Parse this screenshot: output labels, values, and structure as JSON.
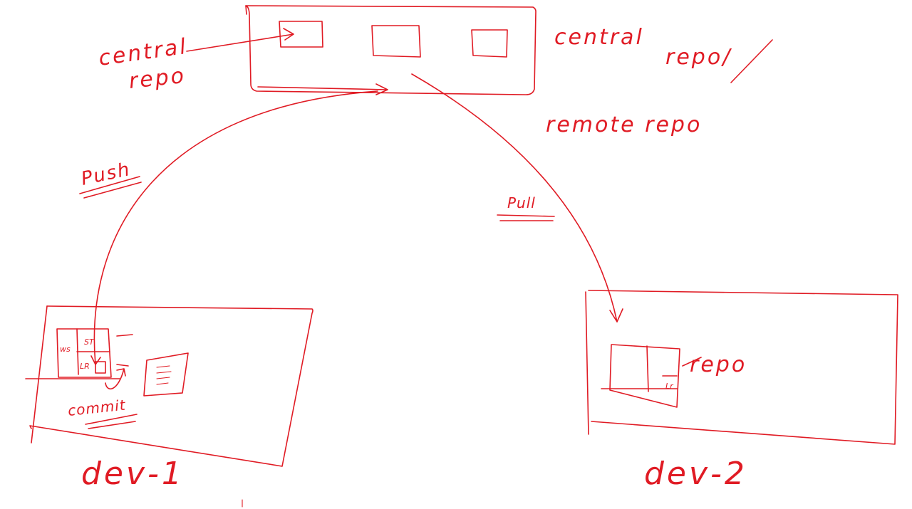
{
  "labels": {
    "central_repo_left_line1": "central",
    "central_repo_left_line2": "repo",
    "central_repo_right_line1": "central",
    "central_repo_right_line2": "repo/",
    "remote_repo": "remote repo",
    "push": "Push",
    "pull": "Pull",
    "commit": "commit",
    "dev1": "dev-1",
    "dev2": "dev-2",
    "repo": "repo",
    "dev1_box_ws": "ws",
    "dev1_box_st": "ST",
    "dev1_box_lr": "LR",
    "dev2_box_lr": "Lr"
  },
  "ink_color": "#e01b24"
}
